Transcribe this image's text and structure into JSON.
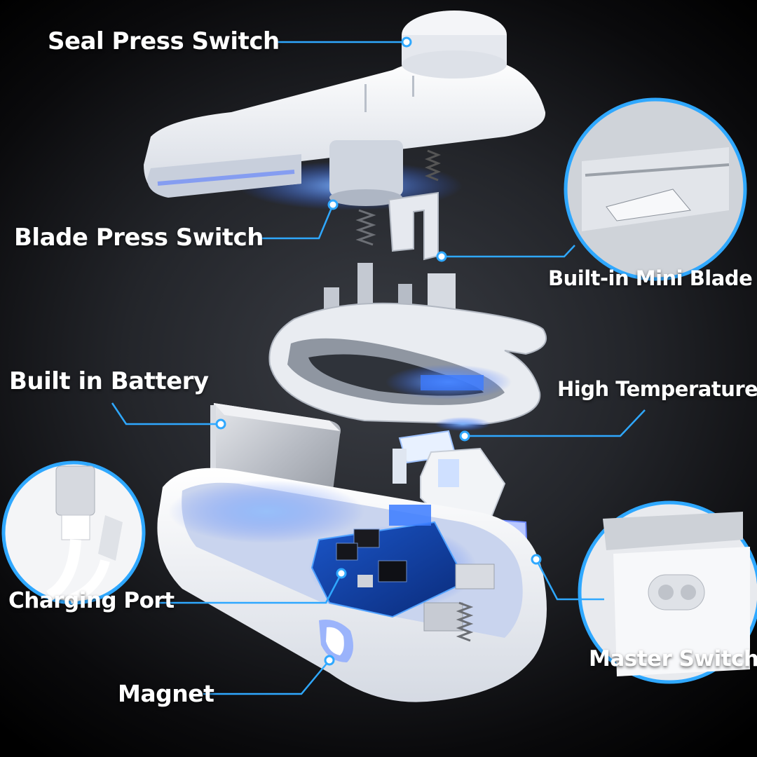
{
  "labels": {
    "seal_press_switch": "Seal Press Switch",
    "blade_press_switch": "Blade Press Switch",
    "built_in_mini_blade": "Built-in Mini Blade",
    "built_in_battery": "Built in Battery",
    "high_temperature": "High Temperature",
    "charging_port": "Charging Port",
    "master_switch": "Master Switch",
    "magnet": "Magnet"
  },
  "colors": {
    "leader_line": "#2fa8ff",
    "glow": "#3a7dff",
    "shell": "#f2f4f8",
    "background": "#1c1d21"
  }
}
